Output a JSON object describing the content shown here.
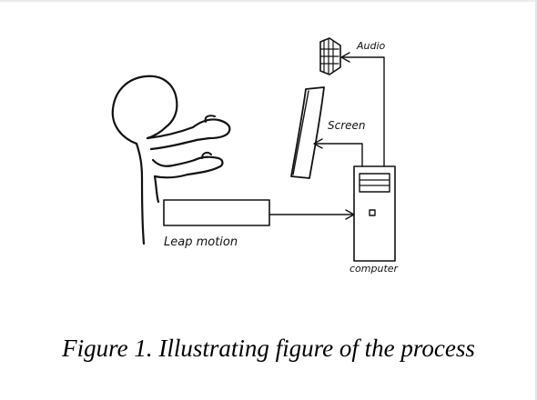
{
  "diagram": {
    "labels": {
      "audio": "Audio",
      "screen": "Screen",
      "leap_motion": "Leap motion",
      "computer": "computer"
    }
  },
  "caption": "Figure 1. Illustrating figure of the process"
}
